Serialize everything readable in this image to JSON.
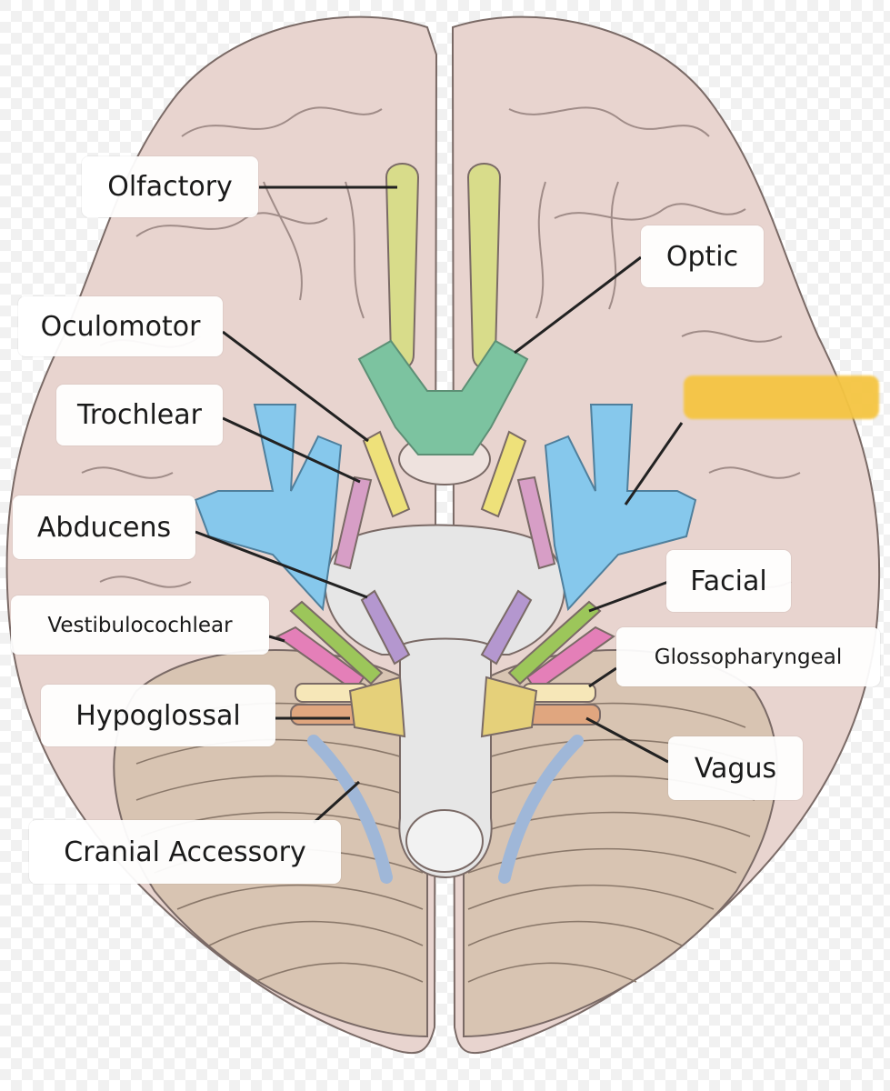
{
  "labels": {
    "olfactory": "Olfactory",
    "optic": "Optic",
    "oculomotor": "Oculomotor",
    "trochlear": "Trochlear",
    "abducens": "Abducens",
    "facial": "Facial",
    "vestibulocochlear": "Vestibulocochlear",
    "glossopharyngeal": "Glossopharyngeal",
    "hypoglossal": "Hypoglossal",
    "vagus": "Vagus",
    "cranial_accessory": "Cranial Accessory",
    "trigeminal_hidden": ""
  },
  "colors": {
    "brain_fill": "#e8d4cf",
    "brain_stroke": "#7a6a66",
    "cerebellum": "#d8c4b2",
    "olfactory": "#d8dc8a",
    "optic": "#7cc3a0",
    "oculomotor": "#eee17a",
    "trochlear": "#d79ec6",
    "trigeminal": "#86c8ec",
    "abducens": "#b497cf",
    "facial": "#9cc65a",
    "vestibulocochlear": "#e47fb8",
    "glossopharyngeal": "#f6e7b8",
    "vagus": "#e0a67f",
    "accessory": "#9fb7d8",
    "brainstem": "#e6e6e6",
    "highlight": "#f5c542"
  }
}
